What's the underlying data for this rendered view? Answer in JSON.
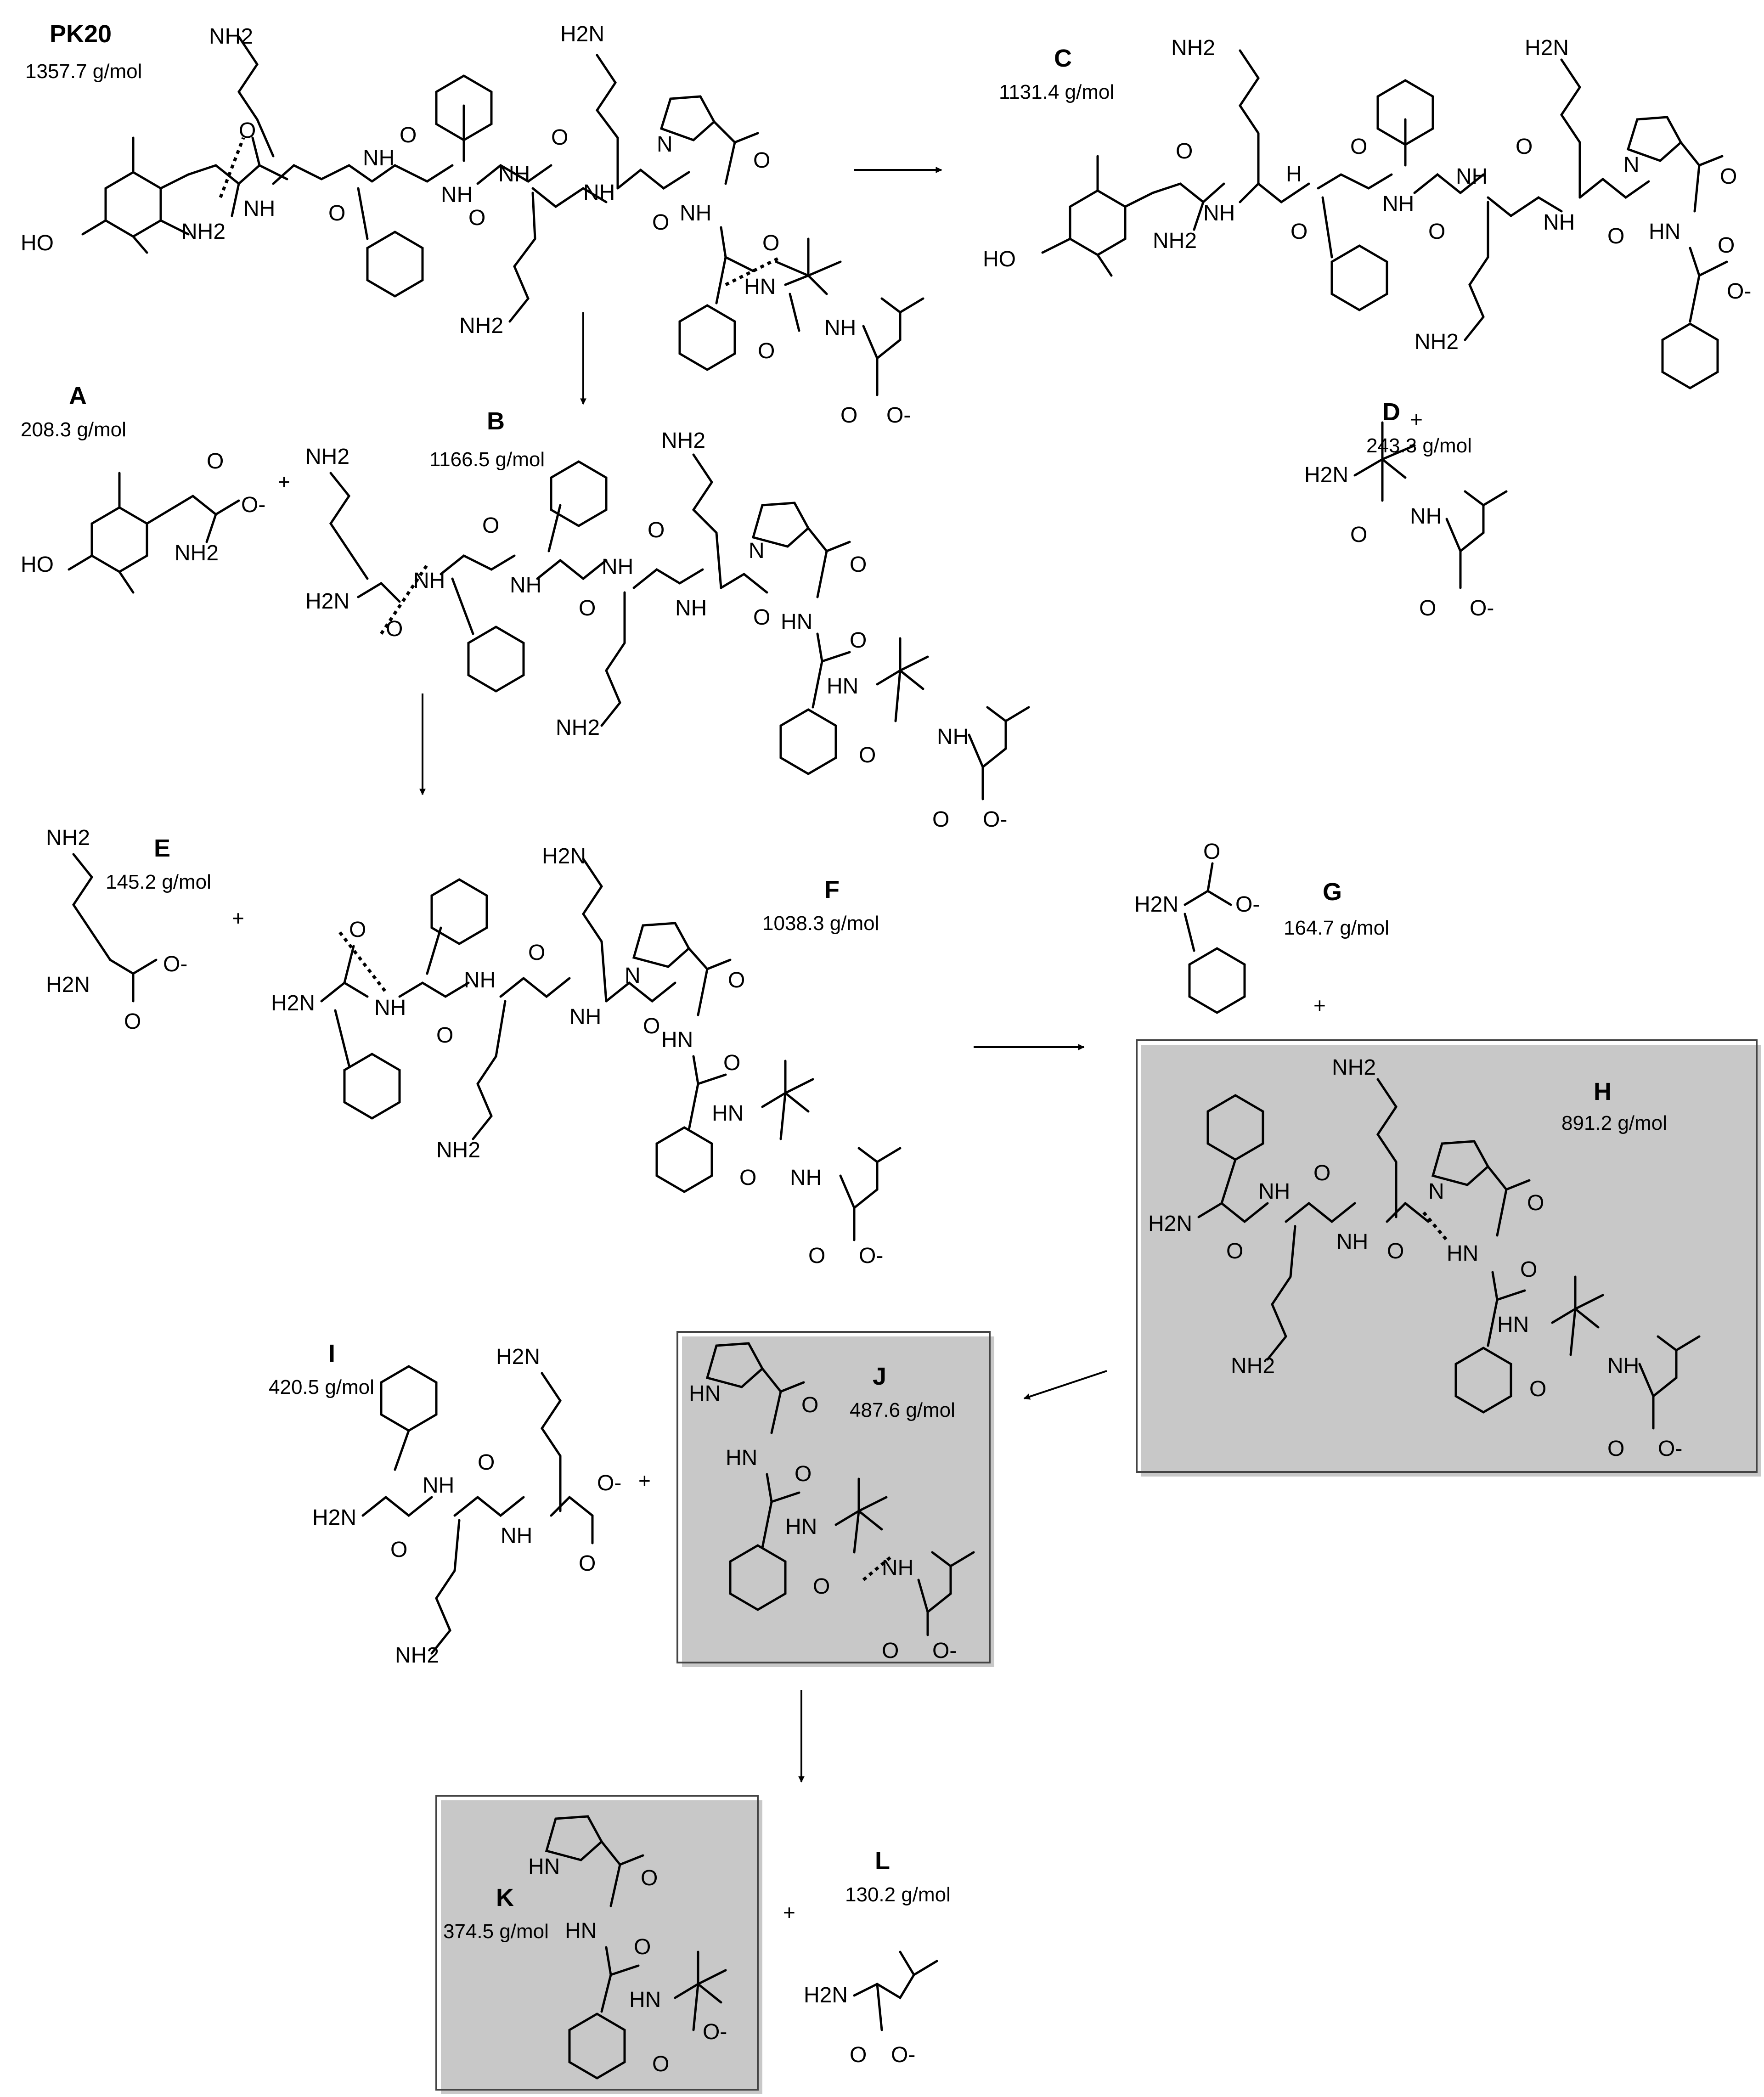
{
  "compounds": {
    "pk20": {
      "name": "PK20",
      "mass": "1357.7 g/mol"
    },
    "a": {
      "name": "A",
      "mass": "208.3 g/mol"
    },
    "b": {
      "name": "B",
      "mass": "1166.5 g/mol"
    },
    "c": {
      "name": "C",
      "mass": "1131.4 g/mol"
    },
    "d": {
      "name": "D",
      "mass": "243.3 g/mol"
    },
    "e": {
      "name": "E",
      "mass": "145.2 g/mol"
    },
    "f": {
      "name": "F",
      "mass": "1038.3 g/mol"
    },
    "g": {
      "name": "G",
      "mass": "164.7 g/mol"
    },
    "h": {
      "name": "H",
      "mass": "891.2 g/mol"
    },
    "i": {
      "name": "I",
      "mass": "420.5 g/mol"
    },
    "j": {
      "name": "J",
      "mass": "487.6 g/mol"
    },
    "k": {
      "name": "K",
      "mass": "374.5 g/mol"
    },
    "l": {
      "name": "L",
      "mass": "130.2 g/mol"
    }
  },
  "atoms": {
    "nh2": "NH2",
    "h2n": "H2N",
    "nh": "NH",
    "hn": "HN",
    "n": "N",
    "h": "H",
    "o": "O",
    "ho": "HO",
    "o_minus": "O-",
    "plus_charge": "+"
  },
  "plus_sign": "+"
}
